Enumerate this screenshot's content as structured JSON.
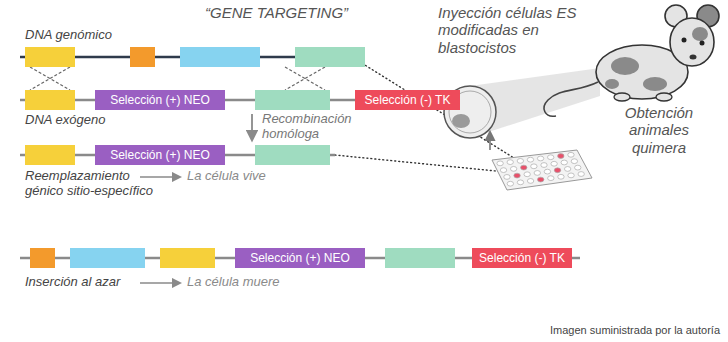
{
  "diagram": {
    "title": "“GENE TARGETING”",
    "caption": "Imagen suministrada por la autoría",
    "nodes": [
      {
        "text": [
          "Selección (+) NEO"
        ]
      },
      {
        "text": [
          "Selección (-) TK"
        ]
      },
      {
        "text": [
          "Selección (+) NEO"
        ]
      },
      {
        "text": [
          "Selección (+) NEO"
        ]
      },
      {
        "text": [
          "Selección (-) TK"
        ]
      }
    ],
    "labels": [
      "DNA genómico",
      "DNA exógeno",
      "Recombinación homóloga",
      "Reemplazamiento génico sitio-específico",
      "La célula vive",
      "Inserción al azar",
      "La célula muere",
      "Inyección células ES modificadas en blastocistos",
      "Obtención animales quimera"
    ]
  }
}
